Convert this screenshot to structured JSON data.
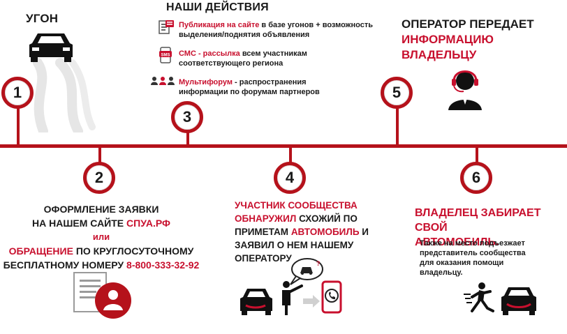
{
  "colors": {
    "accent": "#b5121b",
    "text": "#1a1a1a",
    "gray": "#cfcfcf"
  },
  "steps": {
    "s1": {
      "number": "1",
      "title": "УГОН"
    },
    "s2": {
      "number": "2",
      "line1": "ОФОРМЛЕНИЕ ЗАЯВКИ",
      "line2a": "НА НАШЕМ САЙТЕ ",
      "line2b": "СПУА.РФ",
      "or": "или",
      "line4a": "ОБРАЩЕНИЕ",
      "line4b": " ПО КРУГЛОСУТОЧНОМУ",
      "line5a": "БЕСПЛАТНОМУ НОМЕРУ ",
      "line5b": "8-800-333-32-92"
    },
    "s3": {
      "number": "3",
      "title": "НАШИ ДЕЙСТВИЯ",
      "items": [
        {
          "icon": "publication-icon",
          "red": "Публикация на сайте",
          "rest1": " в базе угонов + возможность",
          "rest2": "выделения/поднятия объявления"
        },
        {
          "icon": "sms-icon",
          "red": "СМС - рассылка",
          "rest1": " всем участникам",
          "rest2": "соответствующего региона"
        },
        {
          "icon": "people-icon",
          "red": "Мультифорум",
          "rest1": " - распространения",
          "rest2": "информации по форумам партнеров"
        }
      ]
    },
    "s4": {
      "number": "4",
      "l1": "УЧАСТНИК СООБЩЕСТВА",
      "l2a": "ОБНАРУЖИЛ",
      "l2b": " СХОЖИЙ ПО",
      "l3a": "ПРИМЕТАМ ",
      "l3b": "АВТОМОБИЛЬ",
      "l3c": " И",
      "l4": "ЗАЯВИЛ О НЕМ НАШЕМУ",
      "l5": "ОПЕРАТОРУ"
    },
    "s5": {
      "number": "5",
      "l1": "ОПЕРАТОР ПЕРЕДАЕТ",
      "l2": "ИНФОРМАЦИЮ",
      "l3": "ВЛАДЕЛЬЦУ"
    },
    "s6": {
      "number": "6",
      "l1": "ВЛАДЕЛЕЦ ЗАБИРАЕТ СВОЙ",
      "l2": "АВТОМОБИЛЬ.",
      "d1": "Также на место подъезжает",
      "d2": "представитель сообщества",
      "d3": "для оказания помощи",
      "d4": "владельцу."
    }
  }
}
